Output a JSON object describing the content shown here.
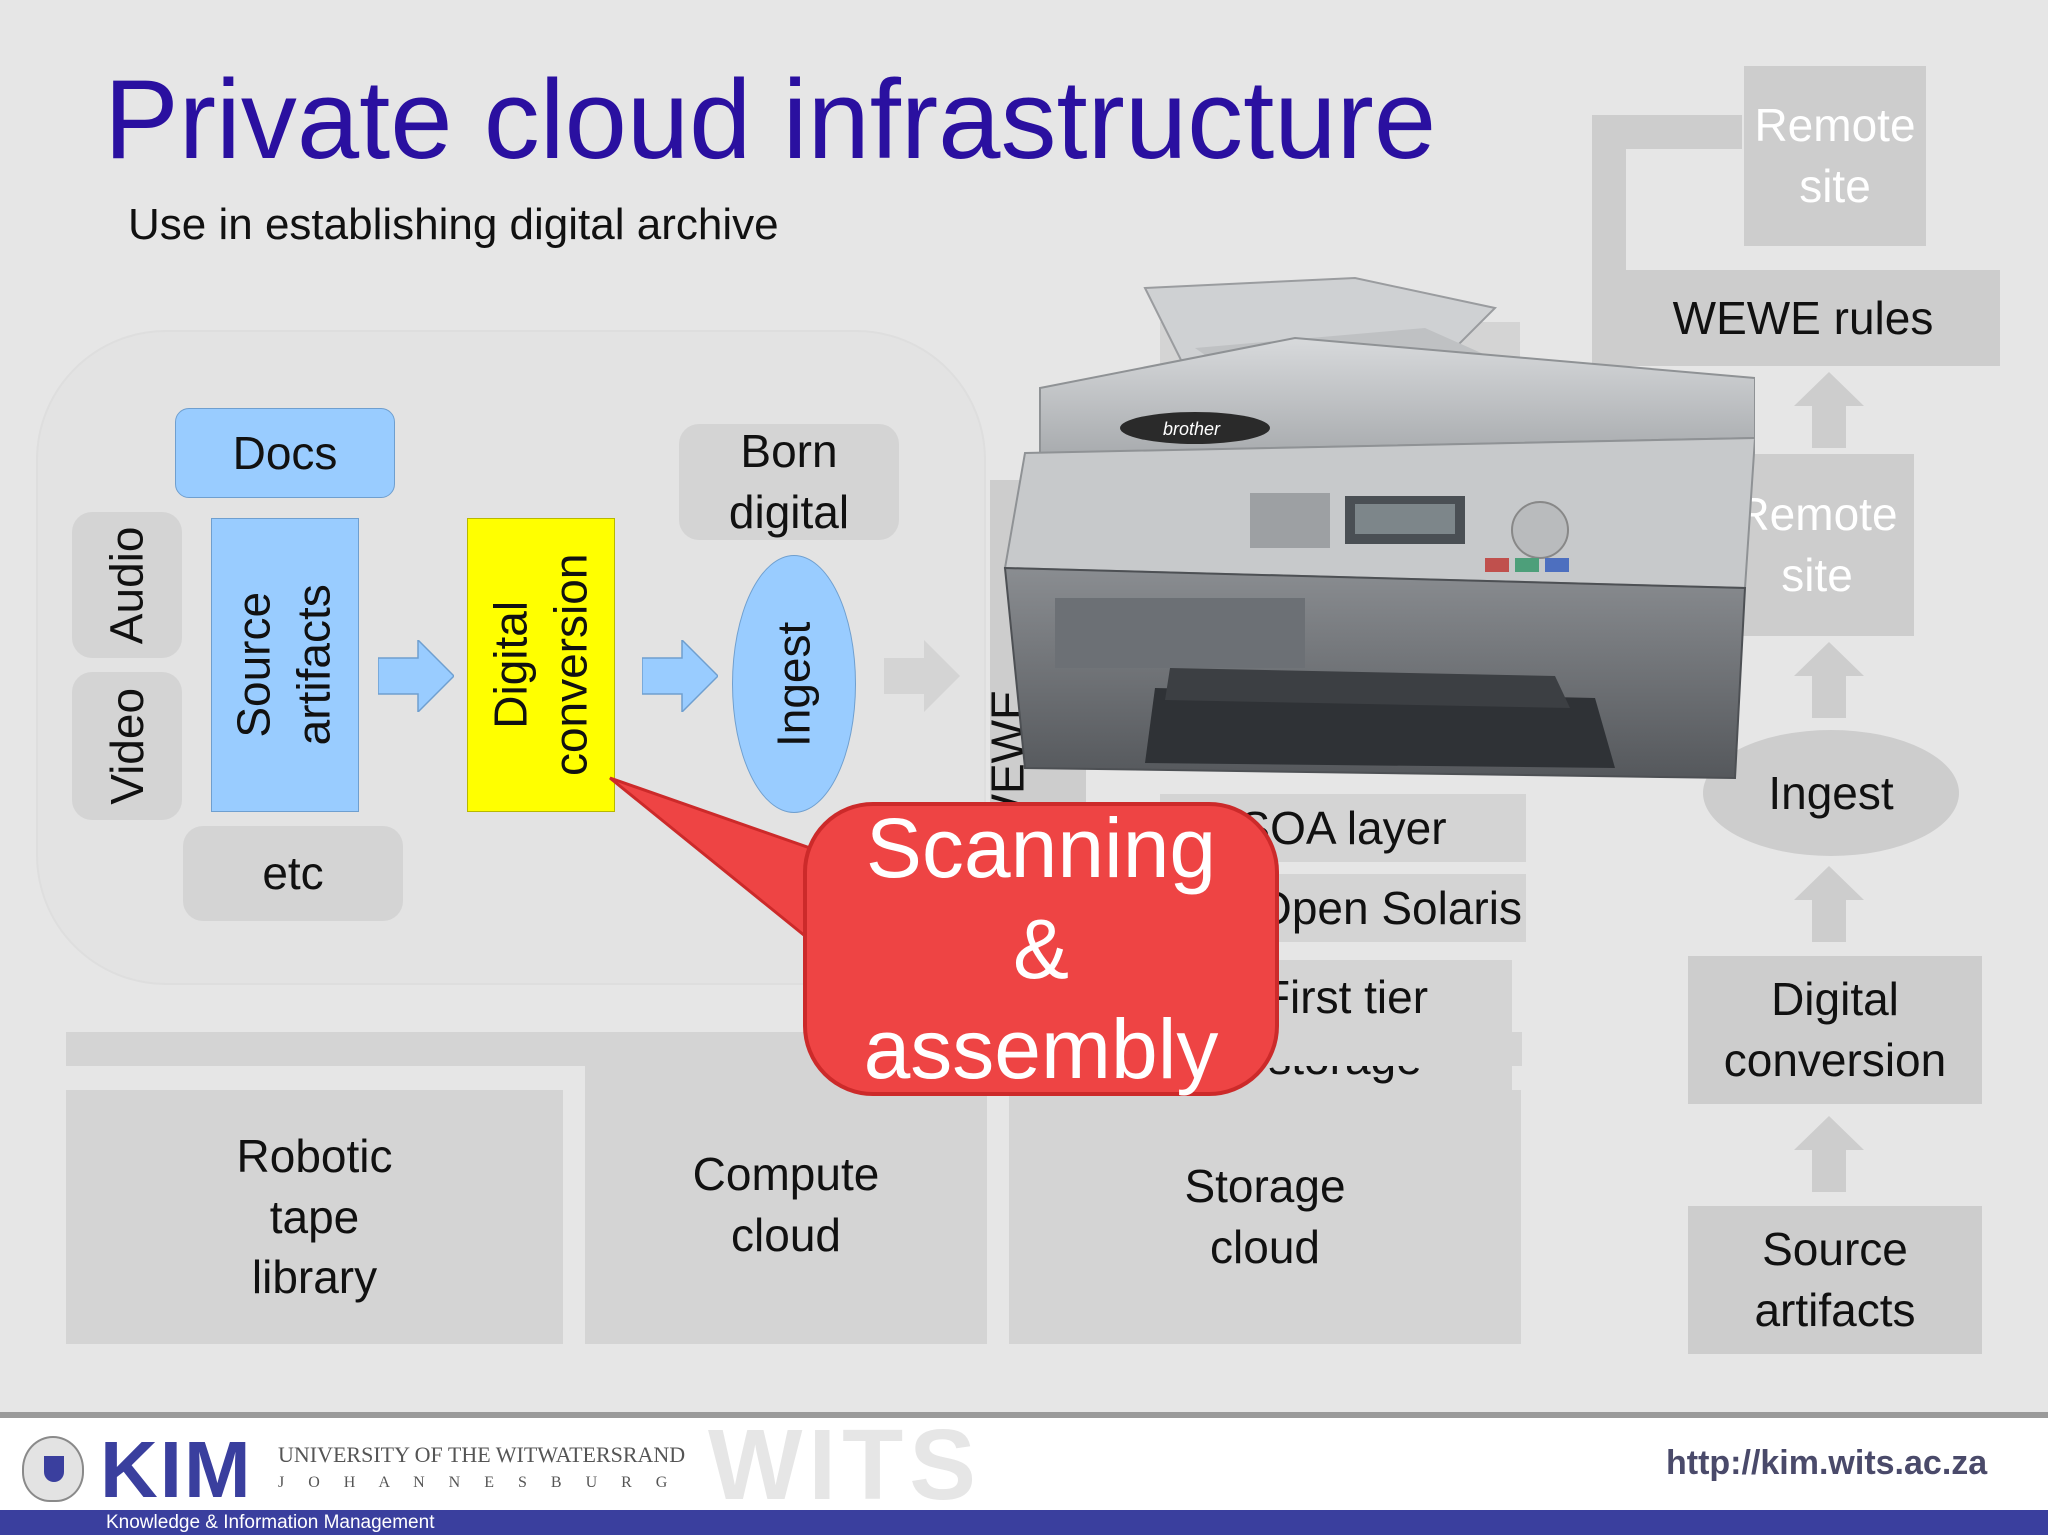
{
  "title": "Private cloud infrastructure",
  "subtitle": "Use in establishing digital archive",
  "left_diagram": {
    "docs": "Docs",
    "audio": "Audio",
    "video": "Video",
    "source_artifacts": "Source artifacts",
    "etc": "etc",
    "digital_conversion": "Digital conversion",
    "born_digital": "Born digital",
    "ingest": "Ingest"
  },
  "middle_stack": {
    "wewe_partial": "WEWE",
    "soa_layer": "SOA layer",
    "os": "OS: Open Solaris",
    "first_tier_storage": "First tier storage"
  },
  "bottom_row": {
    "robotic_tape_library": "Robotic tape library",
    "compute_cloud": "Compute cloud",
    "storage_cloud": "Storage cloud"
  },
  "right_column": {
    "remote_site_top": "Remote site",
    "wewe_rules": "WEWE rules",
    "remote_site_mid": "Remote site",
    "ingest": "Ingest",
    "digital_conversion": "Digital conversion",
    "source_artifacts": "Source artifacts"
  },
  "callout": {
    "line1": "Scanning",
    "line2": "&",
    "line3": "assembly"
  },
  "printer_image": {
    "brand_label": "brother"
  },
  "footer": {
    "kim": "KIM",
    "university_line": "UNIVERSITY OF THE WITWATERSRAND",
    "johannesburg": "J O H A N N E S B U R G",
    "wits": "WITS",
    "tagline": "Knowledge & Information Management",
    "url": "http://kim.wits.ac.za"
  },
  "colors": {
    "title": "#2a10a0",
    "box_gray": "#d4d4d4",
    "box_blue": "#99ccff",
    "box_yellow": "#ffff00",
    "callout_red": "#ee4444",
    "footer_bar": "#3a3f9e"
  }
}
